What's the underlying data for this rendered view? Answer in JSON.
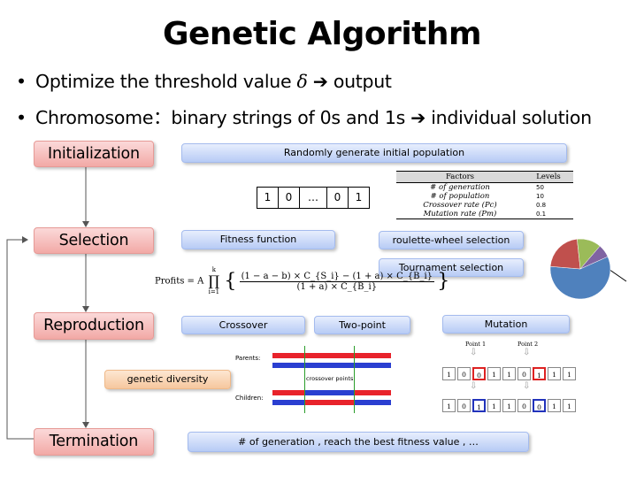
{
  "title": "Genetic Algorithm",
  "bullets": [
    {
      "prefix": "Optimize the threshold value ",
      "symbol": "δ",
      "arrow": "➔",
      "suffix": " output"
    },
    {
      "prefix": "Chromosome：binary strings of 0s and 1s ",
      "arrow": "➔",
      "suffix": " individual solution"
    }
  ],
  "stages": {
    "initialization": "Initialization",
    "selection": "Selection",
    "reproduction": "Reproduction",
    "termination": "Termination"
  },
  "boxes": {
    "init_desc": "Randomly generate initial population",
    "fitness": "Fitness function",
    "roulette": "roulette-wheel selection",
    "tournament": "Tournament selection",
    "crossover": "Crossover",
    "two_point": "Two-point",
    "mutation": "Mutation",
    "genetic_diversity": "genetic diversity",
    "termination_desc": "# of generation , reach the best fitness value , …"
  },
  "chromosome_example": [
    "1",
    "0",
    "…",
    "0",
    "1"
  ],
  "factors_table": {
    "headers": [
      "Factors",
      "Levels"
    ],
    "rows": [
      [
        "# of generation",
        "50"
      ],
      [
        "# of population",
        "10"
      ],
      [
        "Crossover rate (Pc)",
        "0.8"
      ],
      [
        "Mutation rate (Pm)",
        "0.1"
      ]
    ]
  },
  "formula": {
    "lhs": "Profits = A",
    "product": "∏",
    "lower": "i=1",
    "upper": "k",
    "numerator": "(1 − a − b) × C_{S_i} − (1 + a) × C_{B_i}",
    "denominator": "(1 + a) × C_{B_i}"
  },
  "pie": {
    "values": [
      58,
      22,
      13,
      7
    ],
    "colors": [
      "#4f81bd",
      "#c0504d",
      "#9bbb59",
      "#8064a2"
    ]
  },
  "crossover_figure": {
    "parents_label": "Parents:",
    "children_label": "Children:",
    "points_label": "crossover points"
  },
  "mutation_figure": {
    "point1": "Point 1",
    "point2": "Point 2",
    "before": [
      "1",
      "0",
      "0",
      "1",
      "1",
      "0",
      "1",
      "1",
      "1"
    ],
    "after": [
      "1",
      "0",
      "1",
      "1",
      "1",
      "0",
      "0",
      "1",
      "1"
    ]
  }
}
